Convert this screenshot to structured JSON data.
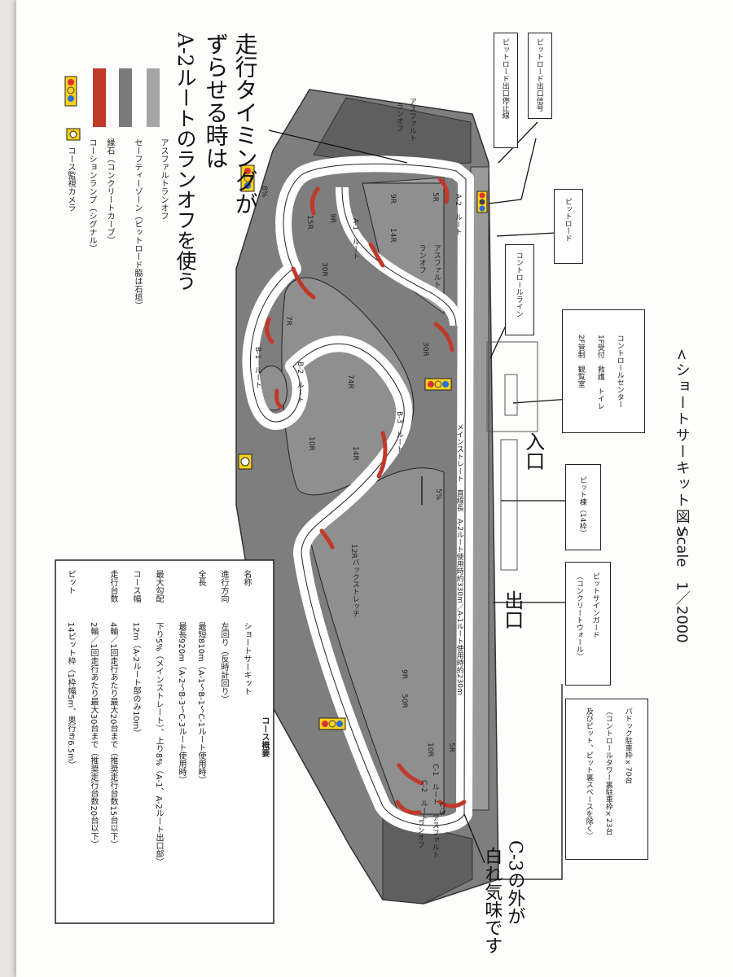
{
  "title": "<ショートサーキット図>",
  "scale": "Scale　1／2000",
  "handwritten": {
    "note_top_line1": "走行タイミングが",
    "note_top_line2": "ずらせる時は",
    "note_top_line3": "A-2ルートのランオフを使う",
    "entrance": "入口",
    "exit": "出口",
    "note_bottom_line1": "C-3の外が",
    "note_bottom_line2": "白れ気味です"
  },
  "legend": [
    {
      "label": "アスファルトランオフ",
      "swatch": "#a6a6a6"
    },
    {
      "label": "セーフティーゾーン（ピットロード脇は石垣）",
      "swatch": "#7a7a7a"
    },
    {
      "label": "縁石（コンクリートカーブ）",
      "swatch": "#c0392b"
    },
    {
      "label": "コーションランプ（シグナル）",
      "swatch": "signal"
    },
    {
      "label": "コース監視カメラ",
      "swatch": "camera"
    }
  ],
  "callouts": {
    "pit_exit_signal": "ピットロード出口信号",
    "pit_exit_stop_line": "ピットロード出口停止線",
    "pit_road": "ピットロード",
    "control_line": "コントロールライン",
    "control_center_title": "コントロールセンター",
    "control_center_line1": "1F受付　救護　トイレ",
    "control_center_line2": "2F管制　観覧室",
    "pit_building": "ピット棟（14枠）",
    "pit_sign_guard_title": "ピットサインガード",
    "pit_sign_guard_sub": "（コンクリートウォール）",
    "paddock_line1": "パドック駐車枠×70台",
    "paddock_line2": "（コントロールタワー裏駐車枠×23台",
    "paddock_line3": "及びピット、ピット裏スペースを除く）"
  },
  "track_labels": {
    "asphalt_runoff_top": "アスファルト",
    "runoff_top": "ランオフ",
    "asphalt_runoff_mid": "アスファルト",
    "runoff_mid": "ランオフ",
    "asphalt_runoff_bottom": "アスファルト",
    "runoff_bottom": "ランオフ",
    "route_a2": "A-2　ルート",
    "route_a1": "A-1　ルート",
    "route_b1": "B-1　ルート",
    "route_b2": "B-2　ルート",
    "route_b3": "B-3　ルート",
    "route_c1": "C-1　ルート",
    "route_c2": "C-2　ルート",
    "route_c3": "C-3",
    "main_straight": "メインストレート　直線長　A-2ルート使用時約330m／A-1ルート使用時約230m",
    "back_stretch": "バックストレッチ",
    "grade_main": "5%",
    "grade_top": "8%",
    "corners": [
      "5R",
      "9R",
      "14R",
      "9R",
      "15R",
      "30R",
      "30R",
      "7R",
      "74R",
      "10R",
      "14R",
      "12R",
      "9R",
      "50R",
      "10R",
      "5R"
    ]
  },
  "summary": {
    "heading": "コース概要",
    "rows": [
      {
        "label": "名称",
        "value": "ショートサーキット"
      },
      {
        "label": "進行方向",
        "value": "左回り（反時計回り）"
      },
      {
        "label": "全長",
        "value": "最短810m（A-1～B-1～C-1ルート使用時）"
      },
      {
        "label": "",
        "value": "最長920m（A-2～B-3～C-3ルート使用時）"
      },
      {
        "label": "最大勾配",
        "value": "下り5%（メインストレート）、上り8%（A-1、A-2ルート出口部）"
      },
      {
        "label": "コース幅",
        "value": "12m（A-2ルート部のみ10m）"
      },
      {
        "label": "走行台数",
        "value": "4輪／1回走行あたり最大20台まで（推奨走行台数15台以下）"
      },
      {
        "label": "",
        "value": "2輪／1回走行あたり最大30台まで（推奨走行台数20台以下）"
      },
      {
        "label": "ピット",
        "value": "14ピット枠（1枠幅5m、奥行き6.5m）"
      }
    ]
  }
}
